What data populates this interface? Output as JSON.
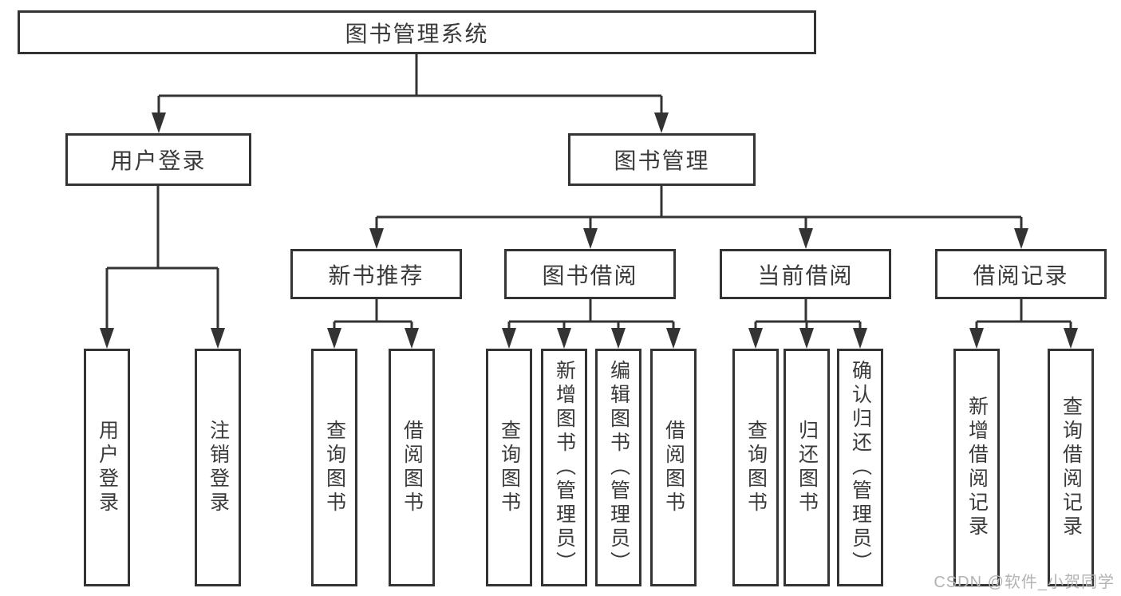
{
  "tree": {
    "label": "图书管理系统",
    "children": [
      {
        "label": "用户登录",
        "children": [
          {
            "label": "用户登录"
          },
          {
            "label": "注销登录"
          }
        ]
      },
      {
        "label": "图书管理",
        "children": [
          {
            "label": "新书推荐",
            "children": [
              {
                "label": "查询图书"
              },
              {
                "label": "借阅图书"
              }
            ]
          },
          {
            "label": "图书借阅",
            "children": [
              {
                "label": "查询图书"
              },
              {
                "label": "新增图书（管理员）"
              },
              {
                "label": "编辑图书（管理员）"
              },
              {
                "label": "借阅图书"
              }
            ]
          },
          {
            "label": "当前借阅",
            "children": [
              {
                "label": "查询图书"
              },
              {
                "label": "归还图书"
              },
              {
                "label": "确认归还（管理员）"
              }
            ]
          },
          {
            "label": "借阅记录",
            "children": [
              {
                "label": "新增借阅记录"
              },
              {
                "label": "查询借阅记录"
              }
            ]
          }
        ]
      }
    ]
  },
  "watermark": "CSDN @软件_小贺同学",
  "colors": {
    "line": "#333333",
    "text": "#3a3a3a",
    "background": "#ffffff",
    "watermark": "#b3b3b3"
  }
}
